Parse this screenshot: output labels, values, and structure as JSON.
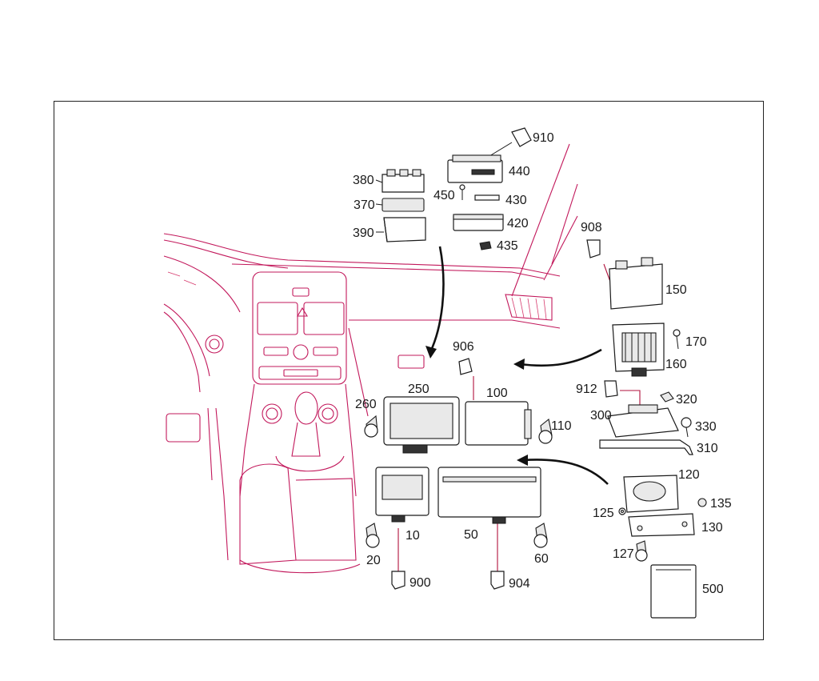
{
  "diagram": {
    "callouts": {
      "c910": "910",
      "c440": "440",
      "c380": "380",
      "c450": "450",
      "c430": "430",
      "c370": "370",
      "c420": "420",
      "c390": "390",
      "c435": "435",
      "c908": "908",
      "c150": "150",
      "c170": "170",
      "c906": "906",
      "c160": "160",
      "c912": "912",
      "c250": "250",
      "c100": "100",
      "c260": "260",
      "c320": "320",
      "c300": "300",
      "c330": "330",
      "c110": "110",
      "c310": "310",
      "c120": "120",
      "c125": "125",
      "c135": "135",
      "c130": "130",
      "c10": "10",
      "c50": "50",
      "c20": "20",
      "c60": "60",
      "c127": "127",
      "c900": "900",
      "c904": "904",
      "c500": "500"
    },
    "colors": {
      "background_outline": "#c2185b",
      "parts": "#1a1a1a",
      "frame": "#222222"
    }
  }
}
